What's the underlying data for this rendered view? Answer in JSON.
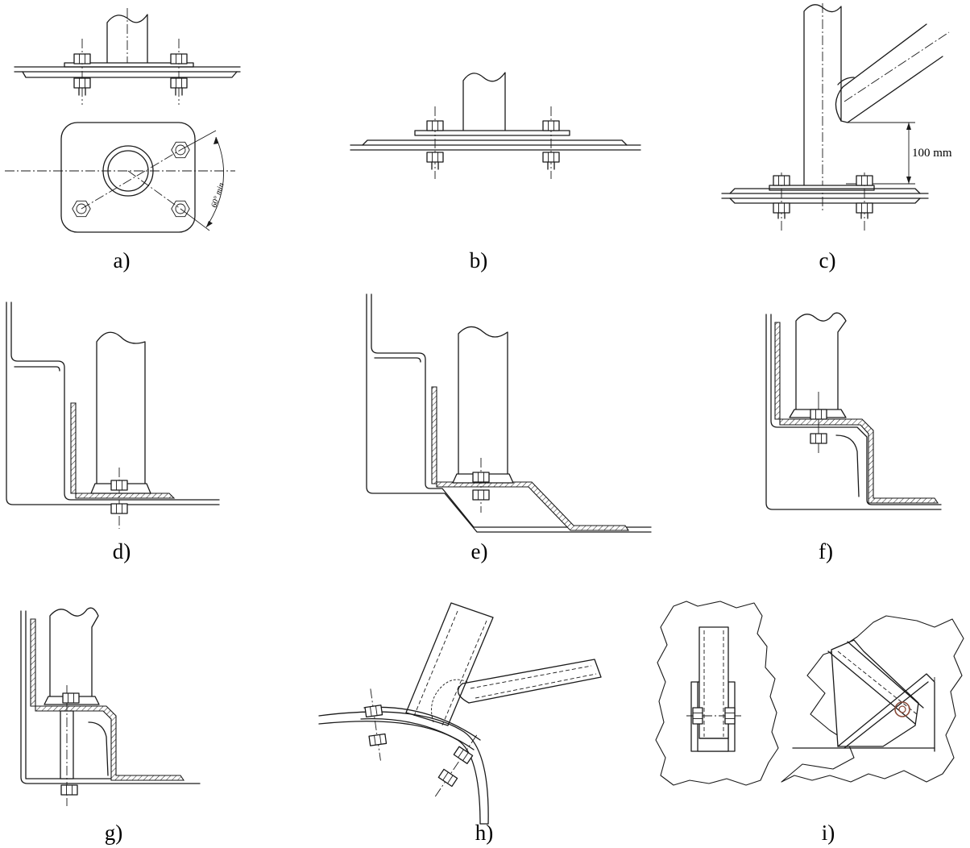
{
  "panels": [
    {
      "id": "a",
      "caption": "a)"
    },
    {
      "id": "b",
      "caption": "b)"
    },
    {
      "id": "c",
      "caption": "c)"
    },
    {
      "id": "d",
      "caption": "d)"
    },
    {
      "id": "e",
      "caption": "e)"
    },
    {
      "id": "f",
      "caption": "f)"
    },
    {
      "id": "g",
      "caption": "g)"
    },
    {
      "id": "h",
      "caption": "h)"
    },
    {
      "id": "i",
      "caption": "i)"
    }
  ],
  "annotations": {
    "angle_min": "60° min",
    "clearance": "100 mm"
  }
}
